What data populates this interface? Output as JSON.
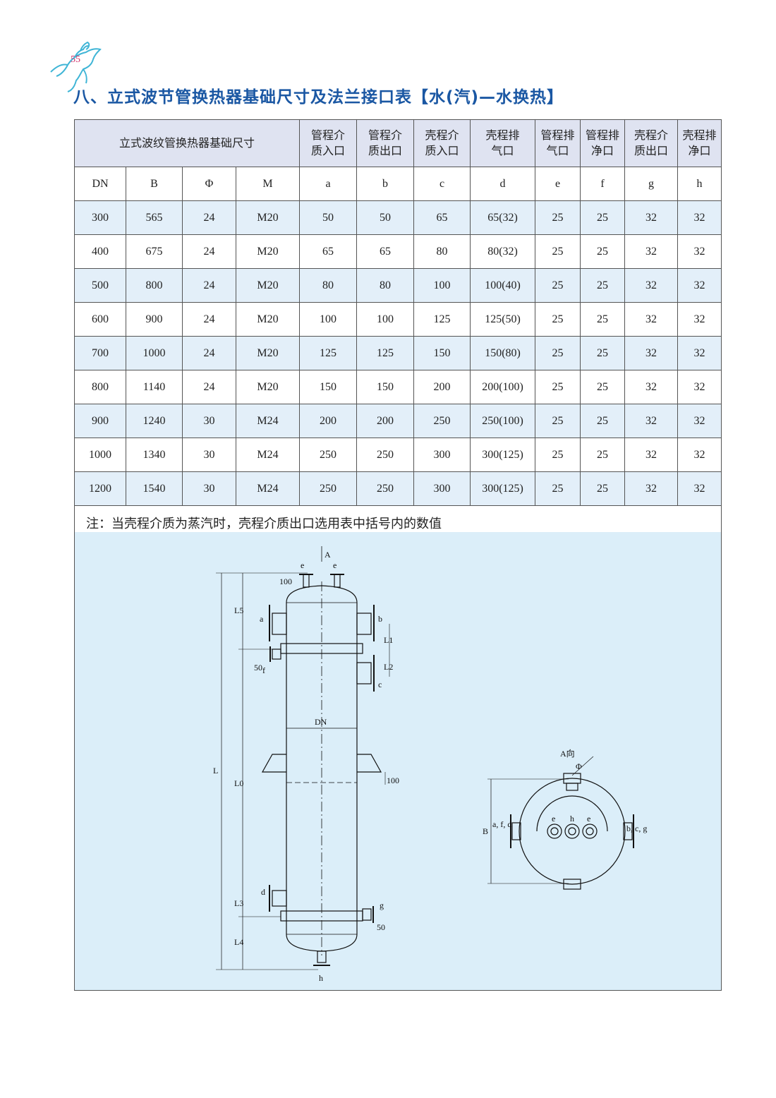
{
  "page_number": "55",
  "title": "八、立式波节管换热器基础尺寸及法兰接口表【水(汽)—水换热】",
  "table": {
    "group_header": "立式波纹管换热器基础尺寸",
    "port_headers": [
      {
        "line1": "管程介",
        "line2": "质入口"
      },
      {
        "line1": "管程介",
        "line2": "质出口"
      },
      {
        "line1": "壳程介",
        "line2": "质入口"
      },
      {
        "line1": "壳程排",
        "line2": "气口"
      },
      {
        "line1": "管程排",
        "line2": "气口"
      },
      {
        "line1": "管程排",
        "line2": "净口"
      },
      {
        "line1": "壳程介",
        "line2": "质出口"
      },
      {
        "line1": "壳程排",
        "line2": "净口"
      }
    ],
    "labels": [
      "DN",
      "B",
      "Φ",
      "M",
      "a",
      "b",
      "c",
      "d",
      "e",
      "f",
      "g",
      "h"
    ],
    "rows": [
      [
        "300",
        "565",
        "24",
        "M20",
        "50",
        "50",
        "65",
        "65(32)",
        "25",
        "25",
        "32",
        "32"
      ],
      [
        "400",
        "675",
        "24",
        "M20",
        "65",
        "65",
        "80",
        "80(32)",
        "25",
        "25",
        "32",
        "32"
      ],
      [
        "500",
        "800",
        "24",
        "M20",
        "80",
        "80",
        "100",
        "100(40)",
        "25",
        "25",
        "32",
        "32"
      ],
      [
        "600",
        "900",
        "24",
        "M20",
        "100",
        "100",
        "125",
        "125(50)",
        "25",
        "25",
        "32",
        "32"
      ],
      [
        "700",
        "1000",
        "24",
        "M20",
        "125",
        "125",
        "150",
        "150(80)",
        "25",
        "25",
        "32",
        "32"
      ],
      [
        "800",
        "1140",
        "24",
        "M20",
        "150",
        "150",
        "200",
        "200(100)",
        "25",
        "25",
        "32",
        "32"
      ],
      [
        "900",
        "1240",
        "30",
        "M24",
        "200",
        "200",
        "250",
        "250(100)",
        "25",
        "25",
        "32",
        "32"
      ],
      [
        "1000",
        "1340",
        "30",
        "M24",
        "250",
        "250",
        "300",
        "300(125)",
        "25",
        "25",
        "32",
        "32"
      ],
      [
        "1200",
        "1540",
        "30",
        "M24",
        "250",
        "250",
        "300",
        "300(125)",
        "25",
        "25",
        "32",
        "32"
      ]
    ],
    "note": "注：当壳程介质为蒸汽时，壳程介质出口选用表中括号内的数值"
  },
  "drawing_labels": {
    "A": "A",
    "e": "e",
    "a": "a",
    "b": "b",
    "c": "c",
    "d": "d",
    "f": "f",
    "g": "g",
    "h": "h",
    "DN": "DN",
    "L": "L",
    "L0": "L0",
    "L1": "L1",
    "L2": "L2",
    "L3": "L3",
    "L4": "L4",
    "L5": "L5",
    "dim_100": "100",
    "dim_50": "50",
    "view_A": "A向",
    "B": "B",
    "afd": "a, f, d",
    "bcg": "b, c, g",
    "phi": "Φ"
  }
}
